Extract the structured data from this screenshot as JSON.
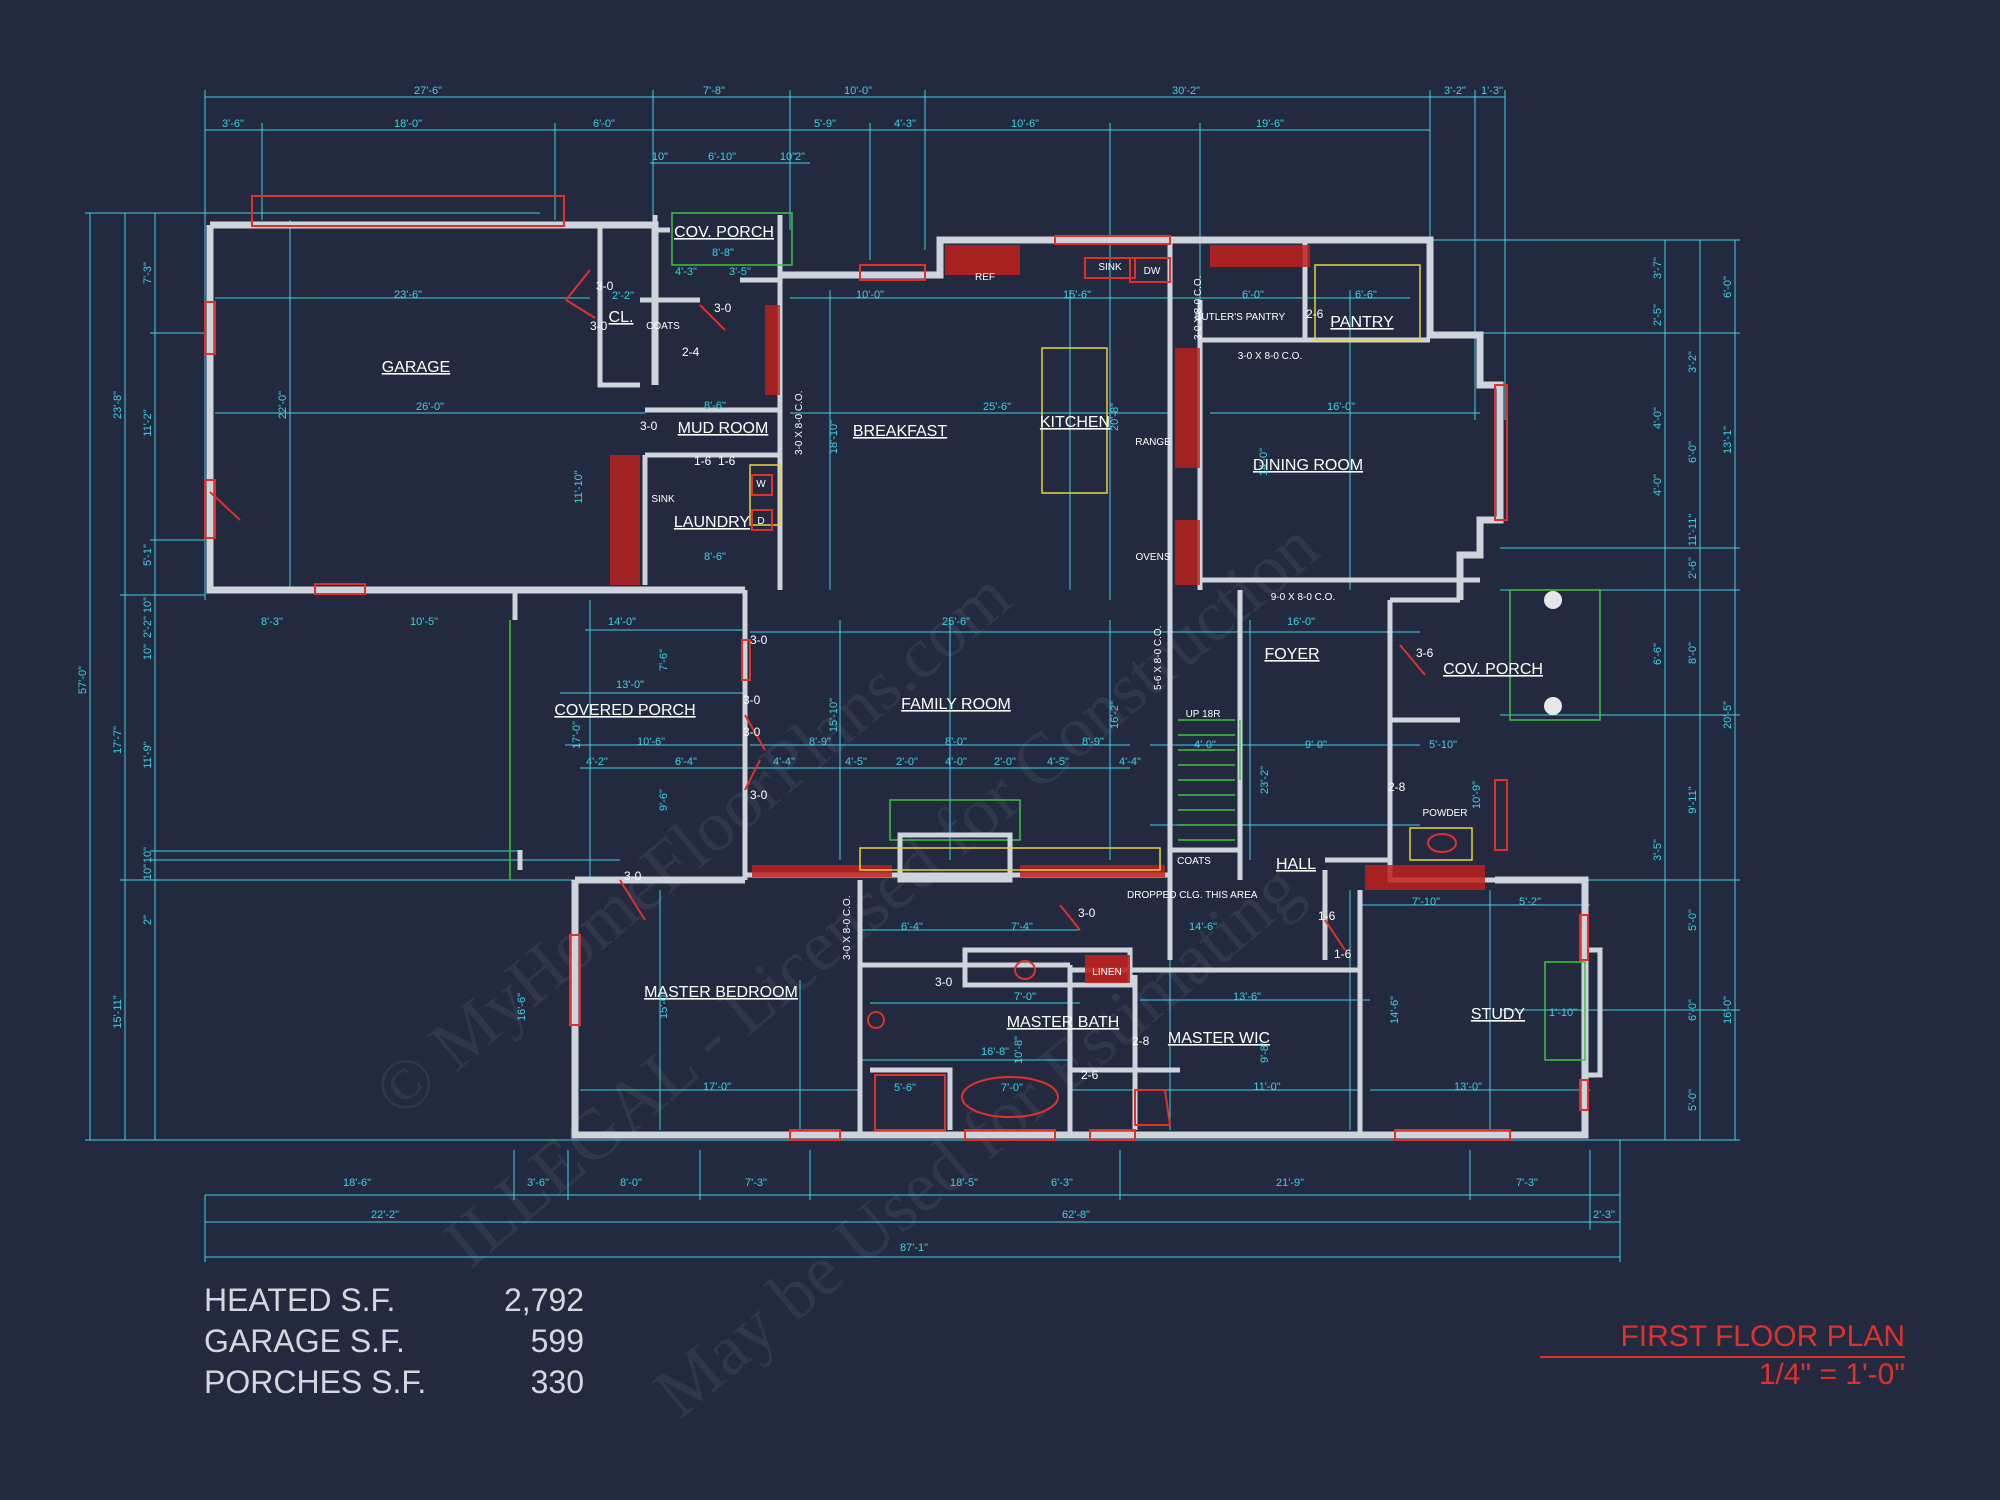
{
  "plan": {
    "title": "FIRST FLOOR PLAN",
    "scale": "1/4\" = 1'-0\""
  },
  "stats": [
    {
      "label": "HEATED S.F.",
      "value": "2,792"
    },
    {
      "label": "GARAGE S.F.",
      "value": "599"
    },
    {
      "label": "PORCHES S.F.",
      "value": "330"
    }
  ],
  "rooms": {
    "garage": "GARAGE",
    "cov_porch_top": "COV. PORCH",
    "closet": "CL.",
    "coats_top": "COATS",
    "mud_room": "MUD ROOM",
    "laundry": "LAUNDRY",
    "breakfast": "BREAKFAST",
    "kitchen": "KITCHEN",
    "butlers_pantry": "BUTLER'S PANTRY",
    "pantry": "PANTRY",
    "dining_room": "DINING ROOM",
    "foyer": "FOYER",
    "cov_porch_right": "COV. PORCH",
    "covered_porch": "COVERED PORCH",
    "family_room": "FAMILY ROOM",
    "powder": "POWDER",
    "hall": "HALL",
    "coats_hall": "COATS",
    "master_bedroom": "MASTER BEDROOM",
    "master_bath": "MASTER BATH",
    "master_wic": "MASTER WIC",
    "study": "STUDY",
    "linen": "LINEN"
  },
  "labels": {
    "ref": "REF",
    "sink_kitchen": "SINK",
    "dw": "DW",
    "range": "RANGE",
    "ovens": "OVENS",
    "sink_laundry": "SINK",
    "washer": "W",
    "dryer": "D",
    "up": "UP 18R",
    "dropped_clg": "DROPPED CLG. THIS AREA",
    "co_kitchen": "3-0 X 8-0 C.O.",
    "co_butler": "3-0 X 8-0 C.O.",
    "co_butler_horiz": "3-0 X 8-0 C.O.",
    "co_foyer": "9-0 X 8-0 C.O.",
    "co_family": "5-6 X 8-0 C.O.",
    "co_master": "3-0 X 8-0 C.O."
  },
  "dimensions": {
    "top_overall": [
      "27'-6\"",
      "7'-8\"",
      "10'-0\"",
      "30'-2\"",
      "3'-2\"",
      "1'-3\""
    ],
    "top_second": [
      "3'-6\"",
      "18'-0\"",
      "6'-0\"",
      "5'-9\"",
      "4'-3\"",
      "10'-6\"",
      "19'-6\""
    ],
    "top_third": [
      "10\"",
      "6'-10\"",
      "10\"",
      "2\""
    ],
    "bottom_first": [
      "18'-6\"",
      "3'-6\"",
      "8'-0\"",
      "7'-3\"",
      "18'-5\"",
      "6'-3\"",
      "21'-9\"",
      "7'-3\""
    ],
    "bottom_second": [
      "22'-2\"",
      "62'-8\"",
      "2'-3\""
    ],
    "bottom_overall": "87'-1\"",
    "left_overall": "57'-0\"",
    "left_second": [
      "23'-8\"",
      "17'-7\"",
      "15'-11\""
    ],
    "left_third": [
      "7'-3\"",
      "11'-2\"",
      "5'-1\"",
      "10\"",
      "2'-2\"",
      "10\"",
      "11'-9\"",
      "10\"",
      "10\"",
      "2\""
    ],
    "right_outer": [
      "6'-0\"",
      "13'-1\"",
      "20'-5\"",
      "16'-0\""
    ],
    "right_mid": [
      "3'-7\"",
      "2'-5\"",
      "3'-2\"",
      "4'-0\"",
      "6'-0\"",
      "4'-0\"",
      "11'-11\"",
      "2'-6\"",
      "8'-0\"",
      "6'-6\"",
      "9'-11\"",
      "3'-5\"",
      "5'-0\"",
      "6'-0\"",
      "5'-0\""
    ],
    "interior": {
      "garage_width": "23'-6\"",
      "garage_width2": "26'-0\"",
      "garage_depth": "22'-0\"",
      "cov_porch_w": "8'-8\"",
      "cl_a": "4'-3\"",
      "cl_b": "3'-5\"",
      "cl_c": "2'-2\"",
      "mud_w": "8'-6\"",
      "laundry_w": "8'-6\"",
      "laundry_h": "11'-10\"",
      "kitchen_a": "10'-0\"",
      "kitchen_b": "15'-6\"",
      "kitchen_c": "6'-0\"",
      "pantry_w": "6'-6\"",
      "breakfast_w": "25'-6\"",
      "breakfast_h": "18'-10\"",
      "kitchen_h": "20'-8\"",
      "dining_w": "16'-0\"",
      "dining_h": "14'-0\"",
      "family_w": "25'-6\"",
      "family_h": "15'-10\"",
      "family_h2": "16'-2\"",
      "foyer_w": "16'-0\"",
      "porch_w": "14'-0\"",
      "porch_w2": "13'-0\"",
      "porch_w3": "10'-6\"",
      "porch_h": "17'-0\"",
      "porch_h2": "7'-6\"",
      "porch_h3": "9'-6\"",
      "porch_segments": [
        "8'-3\"",
        "10'-5\""
      ],
      "fam_segments": [
        "4'-2\"",
        "6'-4\"",
        "4'-4\"",
        "4'-5\"",
        "2'-0\"",
        "4'-0\"",
        "2'-0\"",
        "4'-5\"",
        "4'-4\""
      ],
      "fam_segments2": [
        "8'-9\"",
        "8'-0\"",
        "8'-9\""
      ],
      "stair_w": "4'-0\"",
      "hall_w": "9'-0\"",
      "hall_h": "23'-2\"",
      "powder_w": "5'-10\"",
      "powder_h": "10'-9\"",
      "master_bed_w": "17'-0\"",
      "master_bed_h": "15'-0\"",
      "master_bed_h2": "16'-6\"",
      "master_bath_w": "16'-8\"",
      "master_bath_w2": "7'-0\"",
      "master_bath_h": "10'-8\"",
      "master_wic_w": "13'-6\"",
      "master_wic_w2": "11'-0\"",
      "master_wic_h": "9'-8\"",
      "study_w": "13'-0\"",
      "study_w2": "7'-10\"",
      "study_w3": "5'-2\"",
      "study_h": "14'-6\"",
      "wic_hall": "14'-6\"",
      "linen_w": "6'-4\"",
      "linen_w2": "7'-4\"",
      "shower": "5'-6\"",
      "tub": "7'-0\"",
      "fp_w": "1'-10\""
    },
    "doors": [
      "3-0",
      "3-0",
      "3-0",
      "2-4",
      "3-0",
      "1-6",
      "1-6",
      "3-0",
      "3-0",
      "3-0",
      "3-0",
      "3-6",
      "2-6",
      "2-8",
      "3-0",
      "3-0",
      "2-8",
      "2-6",
      "1-6",
      "1-6",
      "3-0"
    ]
  },
  "watermark": [
    "© MyHomeFloorPlans.com",
    "ILLEGAL - Licensed for Construction",
    "May be Used for Estimating"
  ]
}
